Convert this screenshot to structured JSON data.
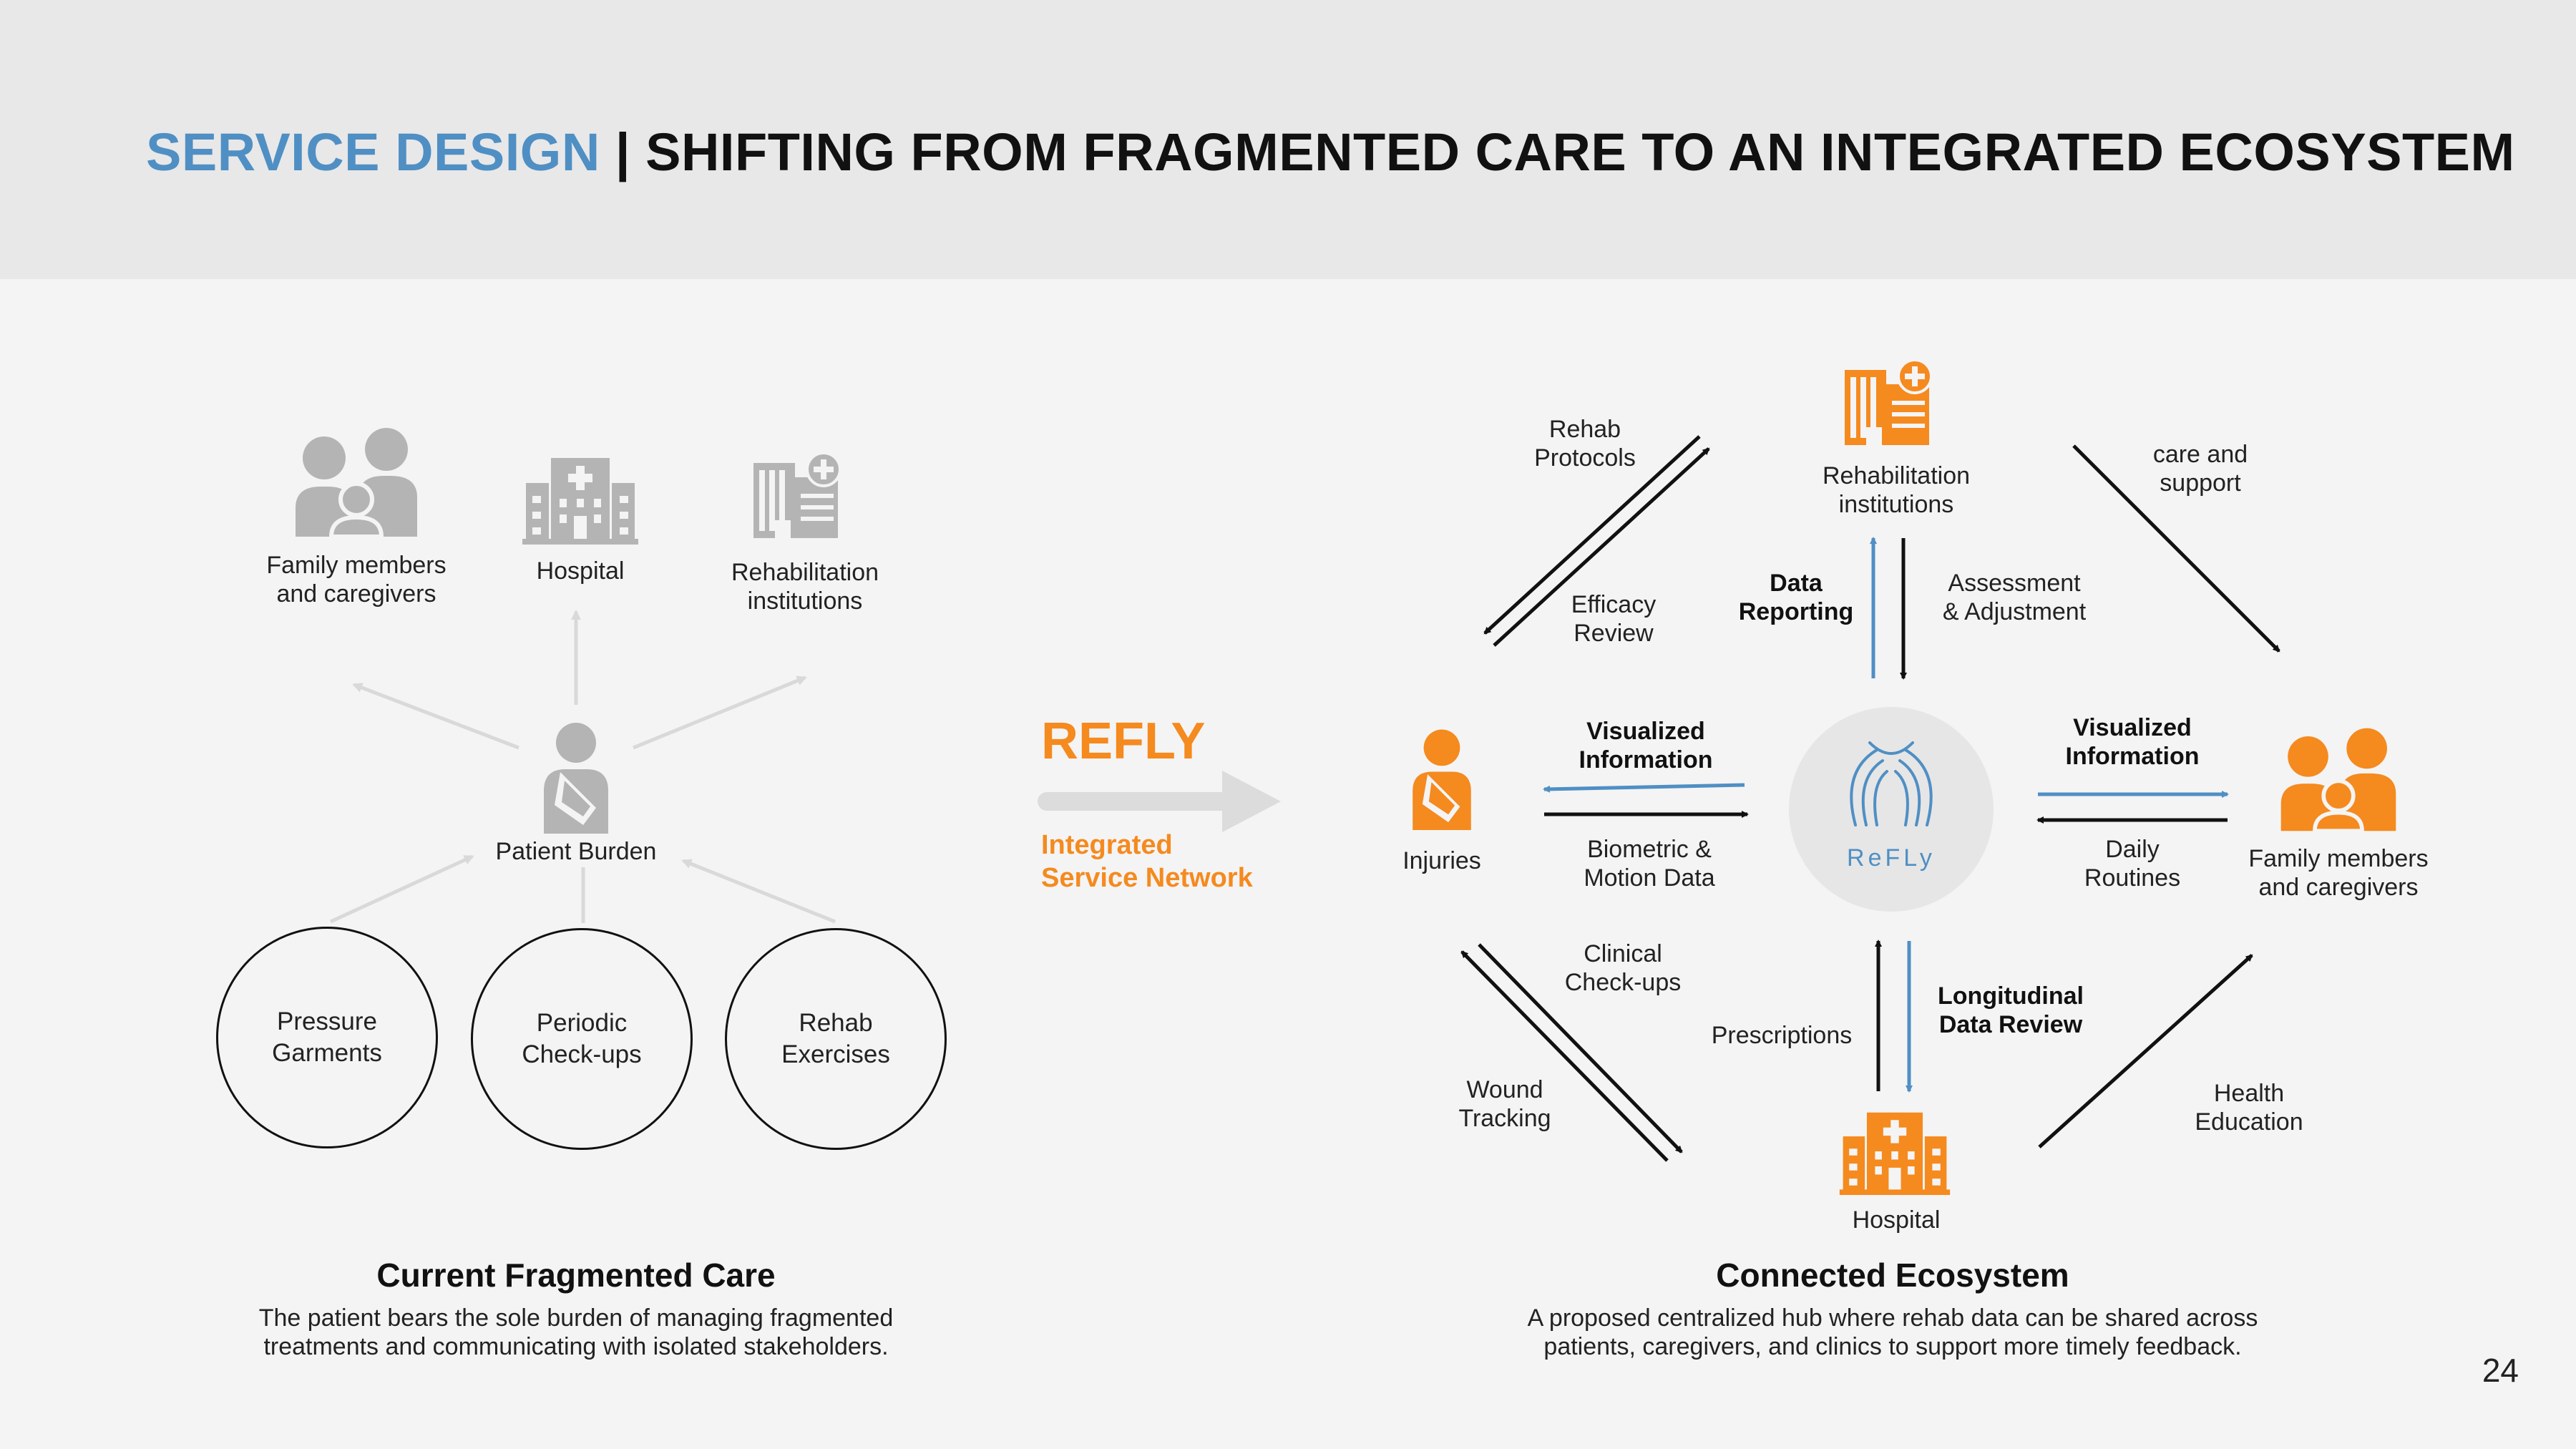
{
  "title": {
    "accent": "SERVICE DESIGN",
    "rest": " | SHIFTING FROM FRAGMENTED CARE TO AN INTEGRATED ECOSYSTEM"
  },
  "colors": {
    "accent_blue": "#4f8fc4",
    "brand_orange": "#f58a1f",
    "gray_icon": "#b4b4b4",
    "arrow_gray": "#d9d9d9"
  },
  "left": {
    "family": {
      "line1": "Family members",
      "line2": "and caregivers"
    },
    "hospital": "Hospital",
    "rehab": {
      "line1": "Rehabilitation",
      "line2": "institutions"
    },
    "patient_burden": "Patient Burden",
    "circles": [
      {
        "line1": "Pressure",
        "line2": "Garments"
      },
      {
        "line1": "Periodic",
        "line2": "Check-ups"
      },
      {
        "line1": "Rehab",
        "line2": "Exercises"
      }
    ],
    "heading": "Current Fragmented Care",
    "desc_line1": "The patient bears the sole burden of managing fragmented",
    "desc_line2": "treatments and communicating with isolated stakeholders."
  },
  "middle": {
    "brand": "REFLY",
    "sub_line1": "Integrated",
    "sub_line2": "Service Network"
  },
  "right": {
    "rehab": {
      "line1": "Rehabilitation",
      "line2": "institutions"
    },
    "injuries": "Injuries",
    "family": {
      "line1": "Family members",
      "line2": "and caregivers"
    },
    "hospital": "Hospital",
    "hub_logo_text": "ReFLy",
    "rehab_protocols": {
      "line1": "Rehab",
      "line2": "Protocols"
    },
    "efficacy_review": {
      "line1": "Efficacy",
      "line2": "Review"
    },
    "care_support": {
      "line1": "care and",
      "line2": "support"
    },
    "data_reporting": {
      "line1": "Data",
      "line2": "Reporting"
    },
    "assessment": {
      "line1": "Assessment",
      "line2": "& Adjustment"
    },
    "vis_info_left": {
      "line1": "Visualized",
      "line2": "Information"
    },
    "biometric": {
      "line1": "Biometric &",
      "line2": "Motion Data"
    },
    "vis_info_right": {
      "line1": "Visualized",
      "line2": "Information"
    },
    "daily_routines": {
      "line1": "Daily",
      "line2": "Routines"
    },
    "clinical_checkups": {
      "line1": "Clinical",
      "line2": "Check-ups"
    },
    "wound_tracking": {
      "line1": "Wound",
      "line2": "Tracking"
    },
    "prescriptions": "Prescriptions",
    "longitudinal": {
      "line1": "Longitudinal",
      "line2": "Data Review"
    },
    "health_education": {
      "line1": "Health",
      "line2": "Education"
    },
    "heading": "Connected Ecosystem",
    "desc_line1": "A proposed centralized hub where rehab data can be shared across",
    "desc_line2": "patients, caregivers, and clinics to support more timely feedback."
  },
  "page_number": "24"
}
